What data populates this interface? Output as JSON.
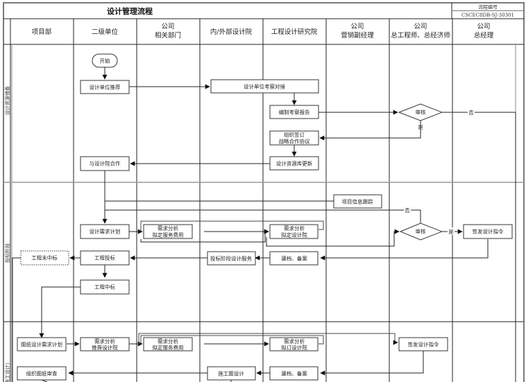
{
  "title": "设计管理流程",
  "process_code": {
    "label": "流程编号",
    "value": "CSCEC8DB-SJ-30301"
  },
  "columns": [
    {
      "id": "project",
      "label_lines": [
        "项目部"
      ]
    },
    {
      "id": "second-unit",
      "label_lines": [
        "二级单位"
      ]
    },
    {
      "id": "company-depts",
      "label_lines": [
        "公司",
        "相关部门"
      ]
    },
    {
      "id": "design-institute",
      "label_lines": [
        "内/外部设计院"
      ]
    },
    {
      "id": "engineering-research",
      "label_lines": [
        "工程设计研究院"
      ]
    },
    {
      "id": "marketing-vp",
      "label_lines": [
        "公司",
        "营销副经理"
      ]
    },
    {
      "id": "chief-engineer",
      "label_lines": [
        "公司",
        "总工程师、总经济师"
      ]
    },
    {
      "id": "general-manager",
      "label_lines": [
        "公司",
        "总经理"
      ]
    }
  ],
  "lanes": [
    {
      "id": "design-resources",
      "label": "设计资源储备"
    },
    {
      "id": "bidding",
      "label": "投标阶段"
    },
    {
      "id": "construction-design",
      "label": "（施工设计）"
    }
  ],
  "nodes": {
    "start": {
      "lines": [
        "开始"
      ],
      "shape": "terminal"
    },
    "recommend": {
      "lines": [
        "设计单位推荐"
      ]
    },
    "inspect": {
      "lines": [
        "设计单位考察对接"
      ]
    },
    "report": {
      "lines": [
        "编制考察报告"
      ]
    },
    "review1": {
      "lines": [
        "审核"
      ],
      "shape": "decision"
    },
    "sign_agreement": {
      "lines": [
        "组织签订",
        "战略合作协议"
      ]
    },
    "resource_update": {
      "lines": [
        "设计资源库更新"
      ]
    },
    "cooperate": {
      "lines": [
        "与设计院合作"
      ]
    },
    "info_track": {
      "lines": [
        "项目信息跟踪"
      ]
    },
    "demand_plan": {
      "lines": [
        "设计需求计划"
      ]
    },
    "analysis_fee1": {
      "lines": [
        "需求分析",
        "拟定服务费用"
      ]
    },
    "analysis_inst1": {
      "lines": [
        "需求分析",
        "拟定设计院"
      ]
    },
    "review2": {
      "lines": [
        "审核"
      ],
      "shape": "decision"
    },
    "issue_order1": {
      "lines": [
        "签发设计指令"
      ]
    },
    "archive1": {
      "lines": [
        "建档、备案"
      ]
    },
    "bid_service": {
      "lines": [
        "投标阶段设计服务"
      ]
    },
    "bid": {
      "lines": [
        "工程投标"
      ]
    },
    "not_won": {
      "lines": [
        "工程未中标"
      ],
      "shape": "dashed"
    },
    "won": {
      "lines": [
        "工程中标"
      ]
    },
    "drawing_plan": {
      "lines": [
        "图纸设计需求计划"
      ]
    },
    "analysis_recommend": {
      "lines": [
        "需求分析",
        "推荐设计院"
      ]
    },
    "analysis_fee2": {
      "lines": [
        "需求分析",
        "拟定服务费用"
      ]
    },
    "analysis_inst2": {
      "lines": [
        "需求分析",
        "拟订设计院"
      ]
    },
    "issue_order2": {
      "lines": [
        "签发设计指令"
      ]
    },
    "archive2": {
      "lines": [
        "建档、备案"
      ]
    },
    "construction_drawing": {
      "lines": [
        "施工图设计"
      ]
    },
    "drawing_review": {
      "lines": [
        "组织图纸审查"
      ]
    }
  },
  "edge_labels": {
    "yes": "是",
    "no": "否"
  }
}
